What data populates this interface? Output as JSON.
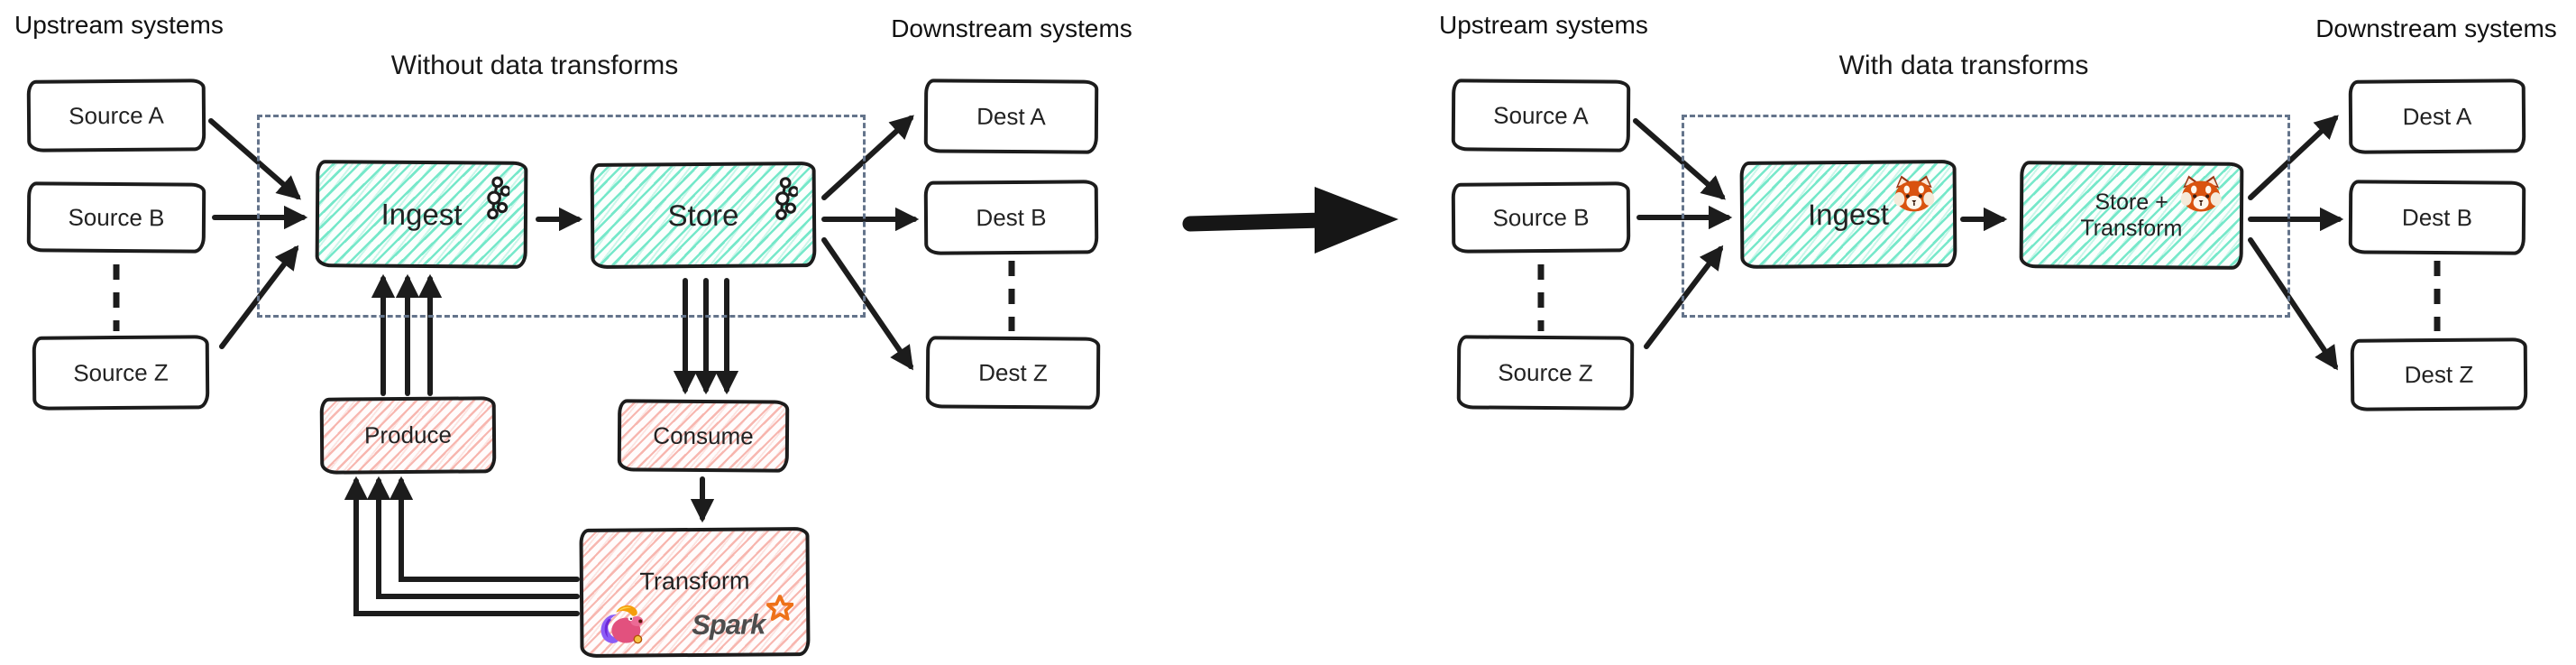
{
  "diagram_left": {
    "upstream_label": "Upstream systems",
    "downstream_label": "Downstream systems",
    "title": "Without data transforms",
    "sources": [
      "Source A",
      "Source B",
      "Source Z"
    ],
    "dests": [
      "Dest A",
      "Dest B",
      "Dest Z"
    ],
    "pipeline": {
      "ingest": "Ingest",
      "store": "Store"
    },
    "kafka_flow": {
      "produce": "Produce",
      "consume": "Consume",
      "transform": "Transform",
      "spark_wordmark": "Spark"
    }
  },
  "diagram_right": {
    "upstream_label": "Upstream systems",
    "downstream_label": "Downstream systems",
    "title": "With data transforms",
    "sources": [
      "Source A",
      "Source B",
      "Source Z"
    ],
    "dests": [
      "Dest A",
      "Dest B",
      "Dest Z"
    ],
    "pipeline": {
      "ingest": "Ingest",
      "store_transform_line1": "Store +",
      "store_transform_line2": "Transform"
    }
  },
  "icons": {
    "ingest_store_icon": "kafka-icon",
    "transform_icons": [
      "flink-squirrel-icon",
      "spark-star-icon"
    ],
    "redpanda_icon": "redpanda-icon"
  },
  "colors": {
    "teal_hatch": "#6fe7c7",
    "pink_hatch": "#f6aba3",
    "dashed_boundary": "#64748b",
    "ink": "#1c1c1c"
  }
}
